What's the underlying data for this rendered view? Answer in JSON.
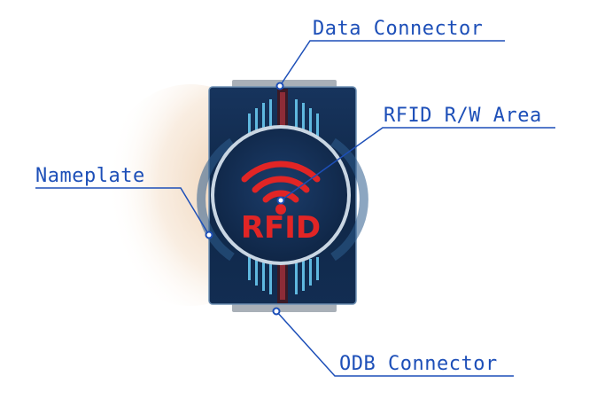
{
  "labels": {
    "data_connector": "Data Connector",
    "rfid_area": "RFID R/W Area",
    "nameplate": "Nameplate",
    "odb_connector": "ODB Connector"
  },
  "device": {
    "logo_text": "RFID",
    "logo_icon": "wifi-icon"
  },
  "colors": {
    "label_blue": "#1d4fb8",
    "device_navy": "#102a4e",
    "logo_red": "#e12525",
    "stripe_cyan": "#5fb8df"
  }
}
